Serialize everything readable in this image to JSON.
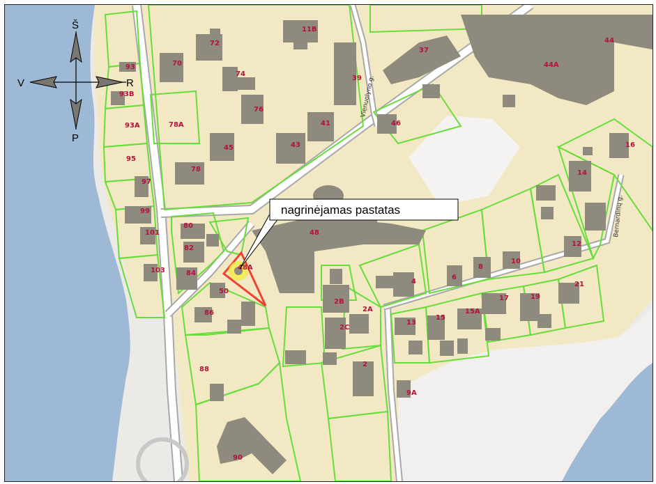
{
  "map": {
    "compass": {
      "north": "Š",
      "south": "P",
      "west": "V",
      "east": "R"
    },
    "callout": {
      "text": "nagrinėjamas pastatas"
    },
    "streets": {
      "vienuolyno": "Vienuolyno g.",
      "bernardinu": "Bernardinų g."
    },
    "plots": [
      "11B",
      "72",
      "70",
      "74",
      "76",
      "41",
      "43",
      "45",
      "78",
      "78A",
      "93",
      "93B",
      "93A",
      "95",
      "97",
      "99",
      "101",
      "103",
      "80",
      "82",
      "84",
      "48A",
      "50",
      "86",
      "88",
      "90",
      "48",
      "39",
      "37",
      "44",
      "44A",
      "46",
      "16",
      "14",
      "12",
      "10",
      "8",
      "6",
      "4",
      "2B",
      "2A",
      "2C",
      "2",
      "13",
      "15",
      "15A",
      "17",
      "19",
      "21",
      "9A"
    ],
    "colors": {
      "water": "#9eb9d6",
      "land": "#f3e8c4",
      "road": "#ffffff",
      "road_edge": "#a8a8a8",
      "building": "#8f8a7e",
      "parcel": "#66dd3a",
      "label": "#b3123a",
      "highlight": "#ee4433"
    }
  }
}
